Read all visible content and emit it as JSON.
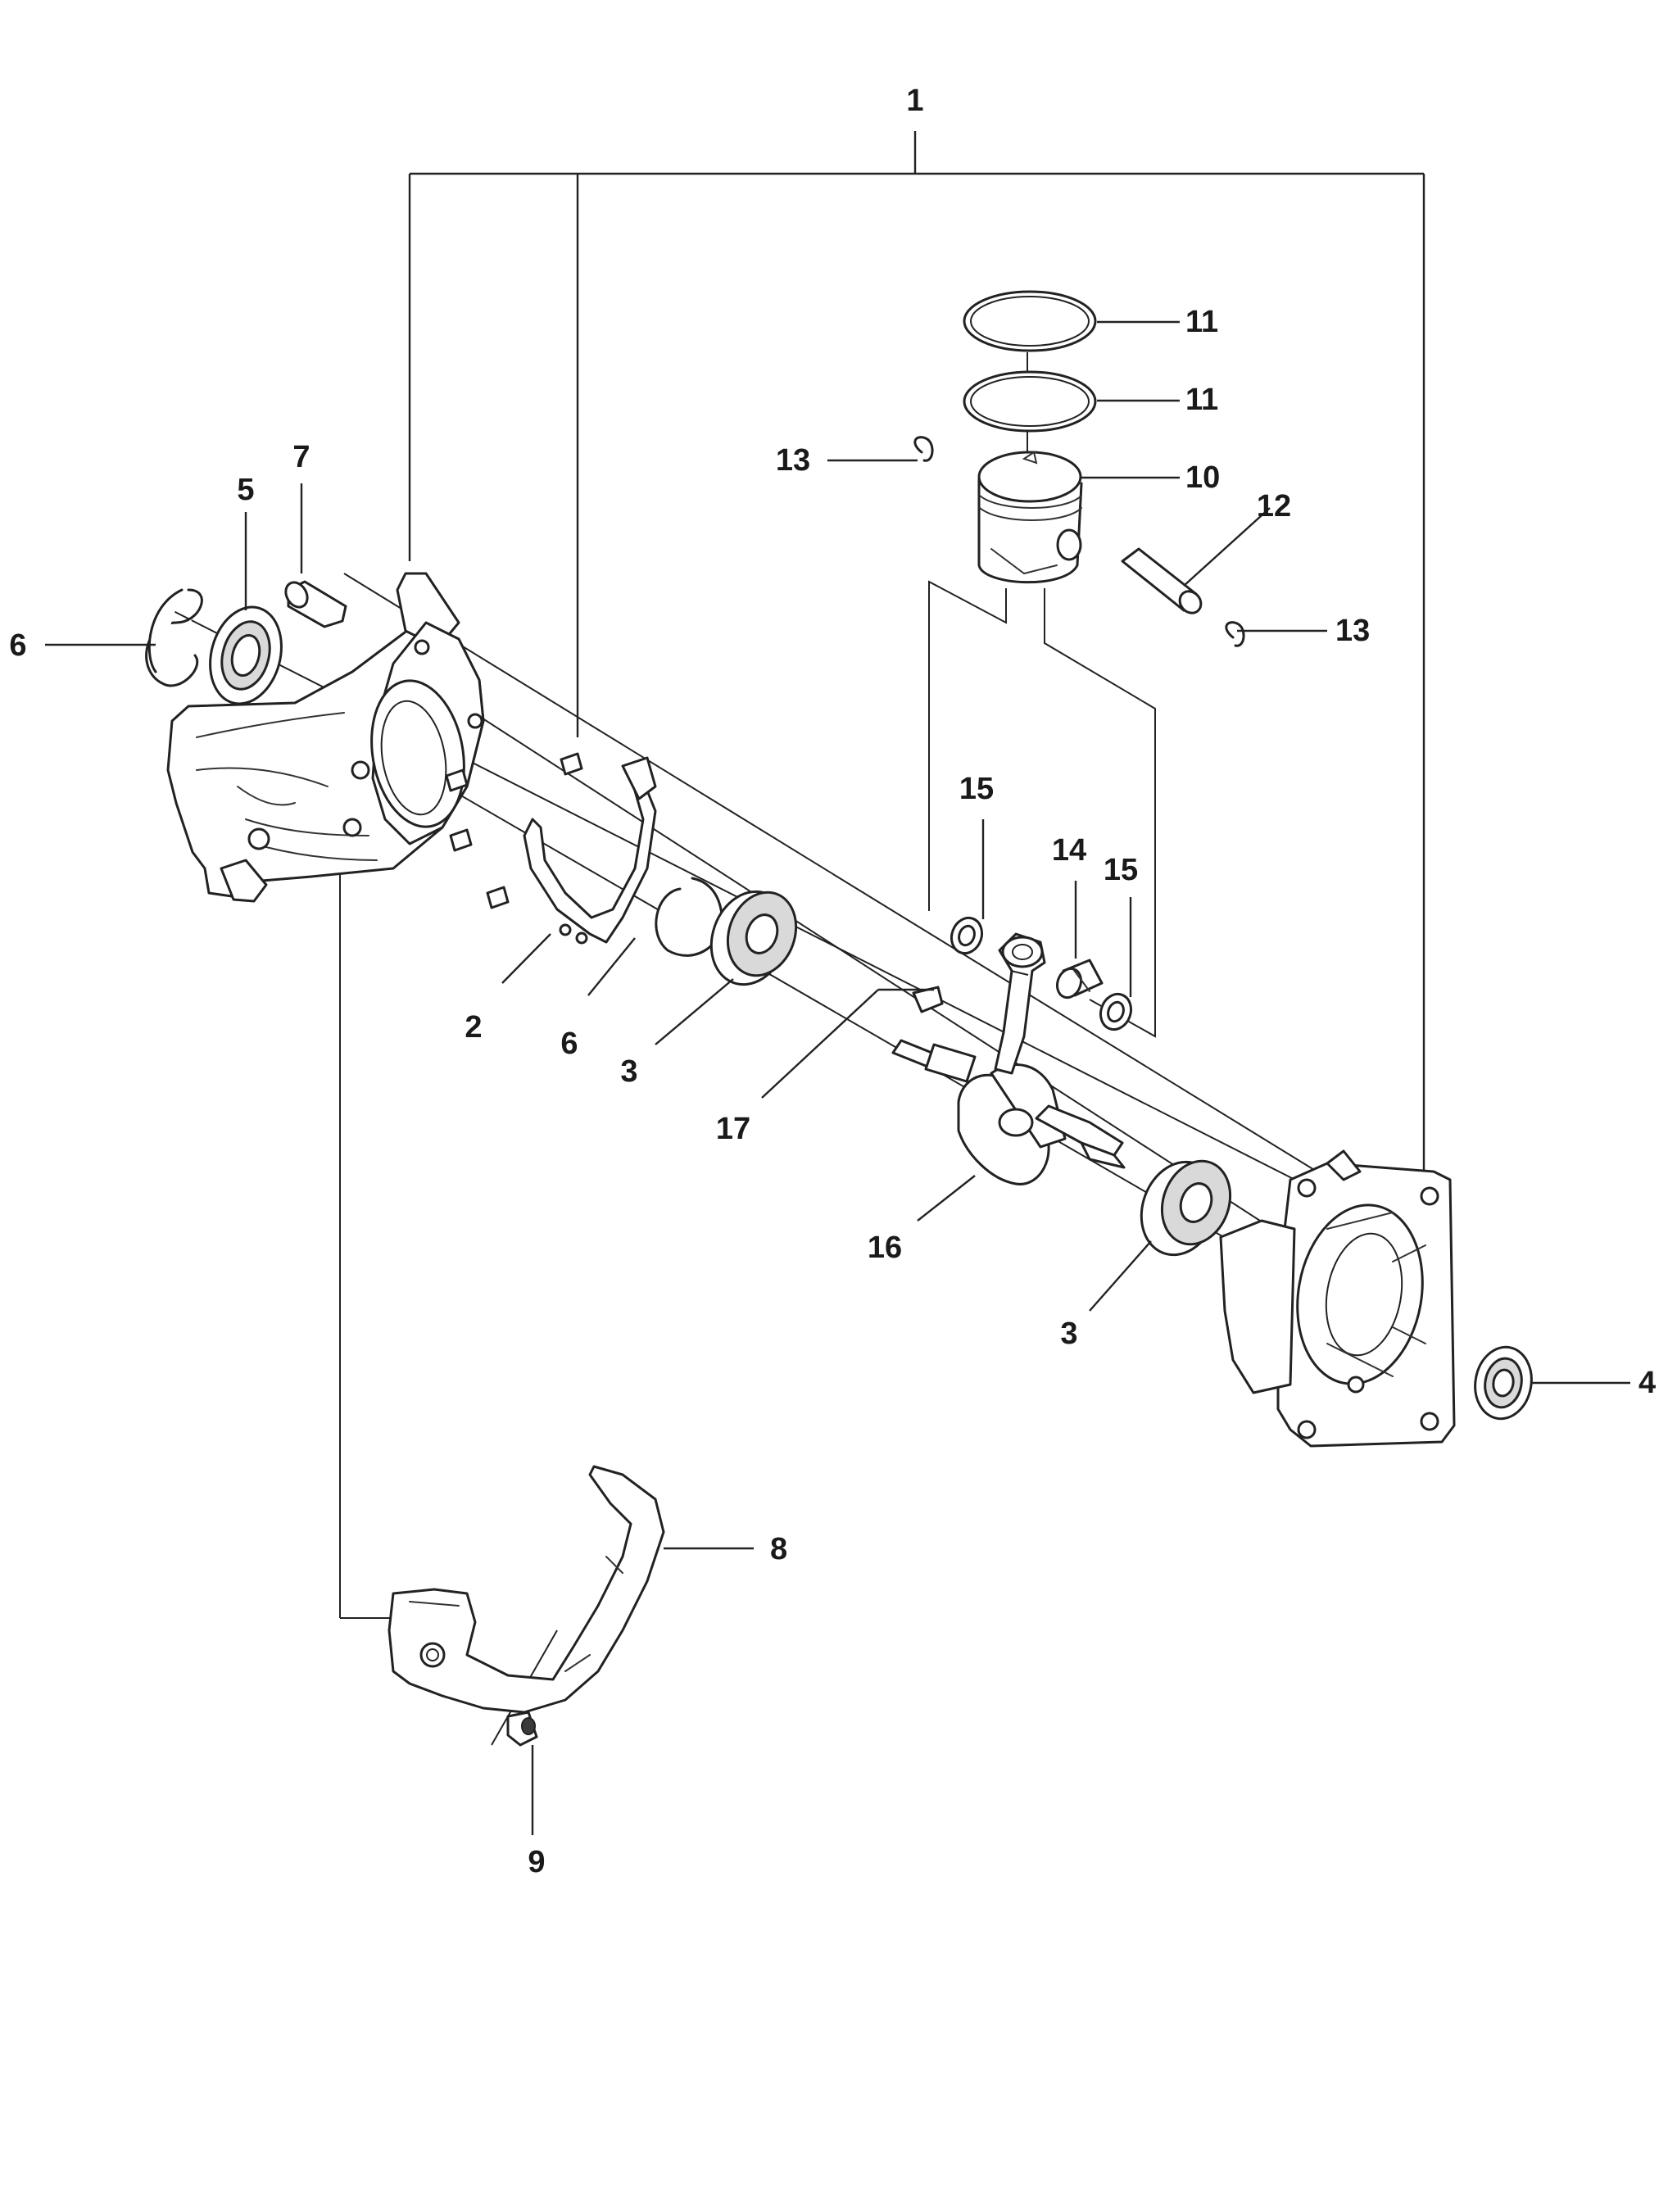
{
  "callouts": {
    "c1": "1",
    "c2": "2",
    "c3a": "3",
    "c3b": "3",
    "c4": "4",
    "c5": "5",
    "c6a": "6",
    "c6b": "6",
    "c7": "7",
    "c8": "8",
    "c9": "9",
    "c10": "10",
    "c11a": "11",
    "c11b": "11",
    "c12": "12",
    "c13a": "13",
    "c13b": "13",
    "c14": "14",
    "c15a": "15",
    "c15b": "15",
    "c16": "16",
    "c17": "17"
  },
  "colors": {
    "line": "#222222",
    "shade": "#d9d9d9",
    "background": "#ffffff"
  }
}
